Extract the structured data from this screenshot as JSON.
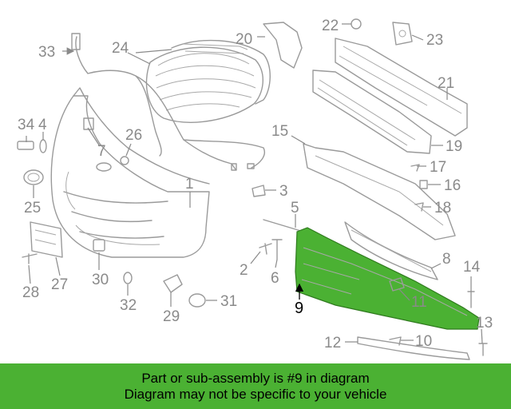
{
  "labels": {
    "l1": "1",
    "l2": "2",
    "l3": "3",
    "l4": "4",
    "l5": "5",
    "l6": "6",
    "l7": "7",
    "l8": "8",
    "l9": "9",
    "l10": "10",
    "l11": "11",
    "l12": "12",
    "l13": "13",
    "l14": "14",
    "l15": "15",
    "l16": "16",
    "l17": "17",
    "l18": "18",
    "l19": "19",
    "l20": "20",
    "l21": "21",
    "l22": "22",
    "l23": "23",
    "l24": "24",
    "l25": "25",
    "l26": "26",
    "l27": "27",
    "l28": "28",
    "l29": "29",
    "l30": "30",
    "l31": "31",
    "l32": "32",
    "l33": "33",
    "l34": "34"
  },
  "highlight_color": "#4bb133",
  "banner": {
    "line1": "Part or sub-assembly is #9 in diagram",
    "line2": "Diagram may not be specific to your vehicle"
  }
}
